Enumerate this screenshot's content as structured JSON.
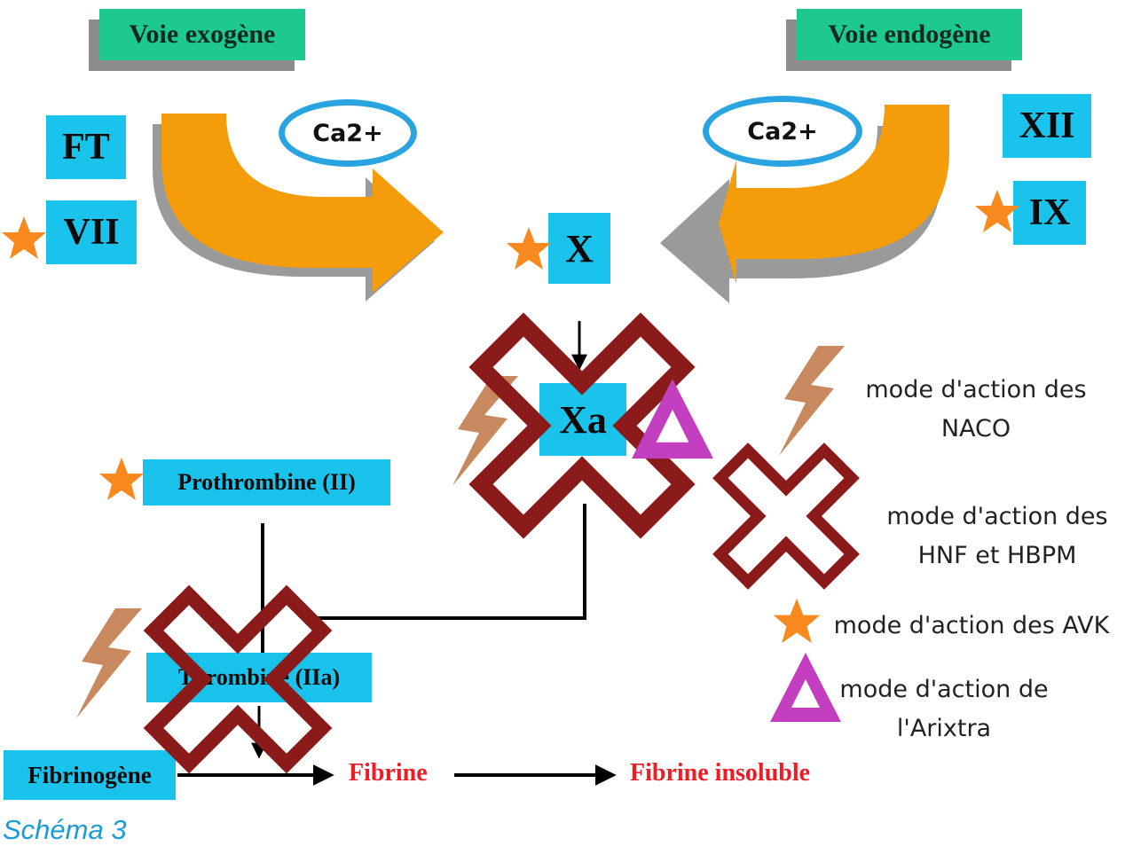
{
  "pathways": {
    "exogenous": "Voie exogène",
    "endogenous": "Voie endogène"
  },
  "cofactors": {
    "ca_left": "Ca2+",
    "ca_right": "Ca2+"
  },
  "factors": {
    "ft": "FT",
    "vii": "VII",
    "x": "X",
    "xii": "XII",
    "ix": "IX",
    "xa": "Xa",
    "prothrombin": "Prothrombine (II)",
    "thrombin": "Thrombine (IIa)",
    "fibrinogen": "Fibrinogène"
  },
  "products": {
    "fibrin": "Fibrine",
    "insoluble_fibrin": "Fibrine insoluble"
  },
  "legend": {
    "naco_line1": "mode d'action des",
    "naco_line2": "NACO",
    "hnf_line1": "mode d'action des",
    "hnf_line2": "HNF et HBPM",
    "avk": "mode d'action des AVK",
    "arixtra_line1": "mode d'action de",
    "arixtra_line2": "l'Arixtra"
  },
  "caption": "Schéma 3",
  "colors": {
    "factor_box": "#19c3ec",
    "header_box": "#1ec990",
    "arrow_orange": "#f59c0b",
    "ca_ring": "#2aa4e0",
    "cross_red": "#8b1a1a",
    "star_orange": "#f7891e",
    "lightning": "#c8895f",
    "triangle": "#c33fbf",
    "product_text": "#ee1c24",
    "caption": "#1a9bd7"
  }
}
